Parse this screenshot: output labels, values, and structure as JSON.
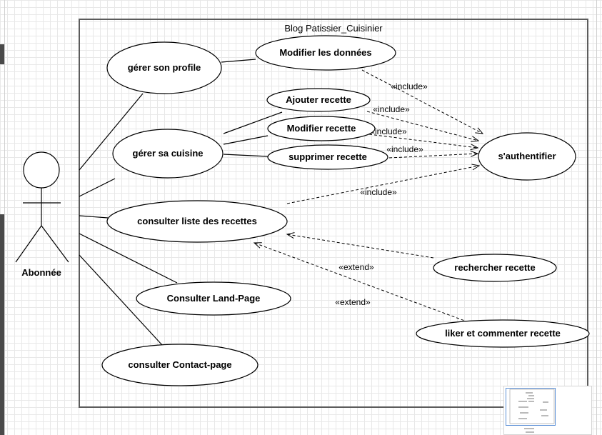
{
  "system": {
    "title": "Blog Patissier_Cuisinier"
  },
  "actor": {
    "name": "Abonnée"
  },
  "use_cases": {
    "gerer_profile": "gérer son profile",
    "modifier_donnees": "Modifier les données",
    "ajouter_recette": "Ajouter recette",
    "modifier_recette": "Modifier recette",
    "supprimer_recette": "supprimer recette",
    "gerer_cuisine": "gérer sa cuisine",
    "authentifier": "s'authentifier",
    "consulter_liste": "consulter liste des recettes",
    "rechercher": "rechercher recette",
    "land_page": "Consulter Land-Page",
    "liker": "liker et commenter recette",
    "contact_page": "consulter Contact-page"
  },
  "relations": {
    "include_1": "«include»",
    "include_2": "«include»",
    "include_3": "«include»",
    "include_4": "«include»",
    "include_5": "«include»",
    "extend_1": "«extend»",
    "extend_2": "«extend»"
  },
  "colors": {
    "line": "#000000",
    "system_border": "#5c5c5c",
    "minimap_viewport": "#5a8fd6"
  }
}
